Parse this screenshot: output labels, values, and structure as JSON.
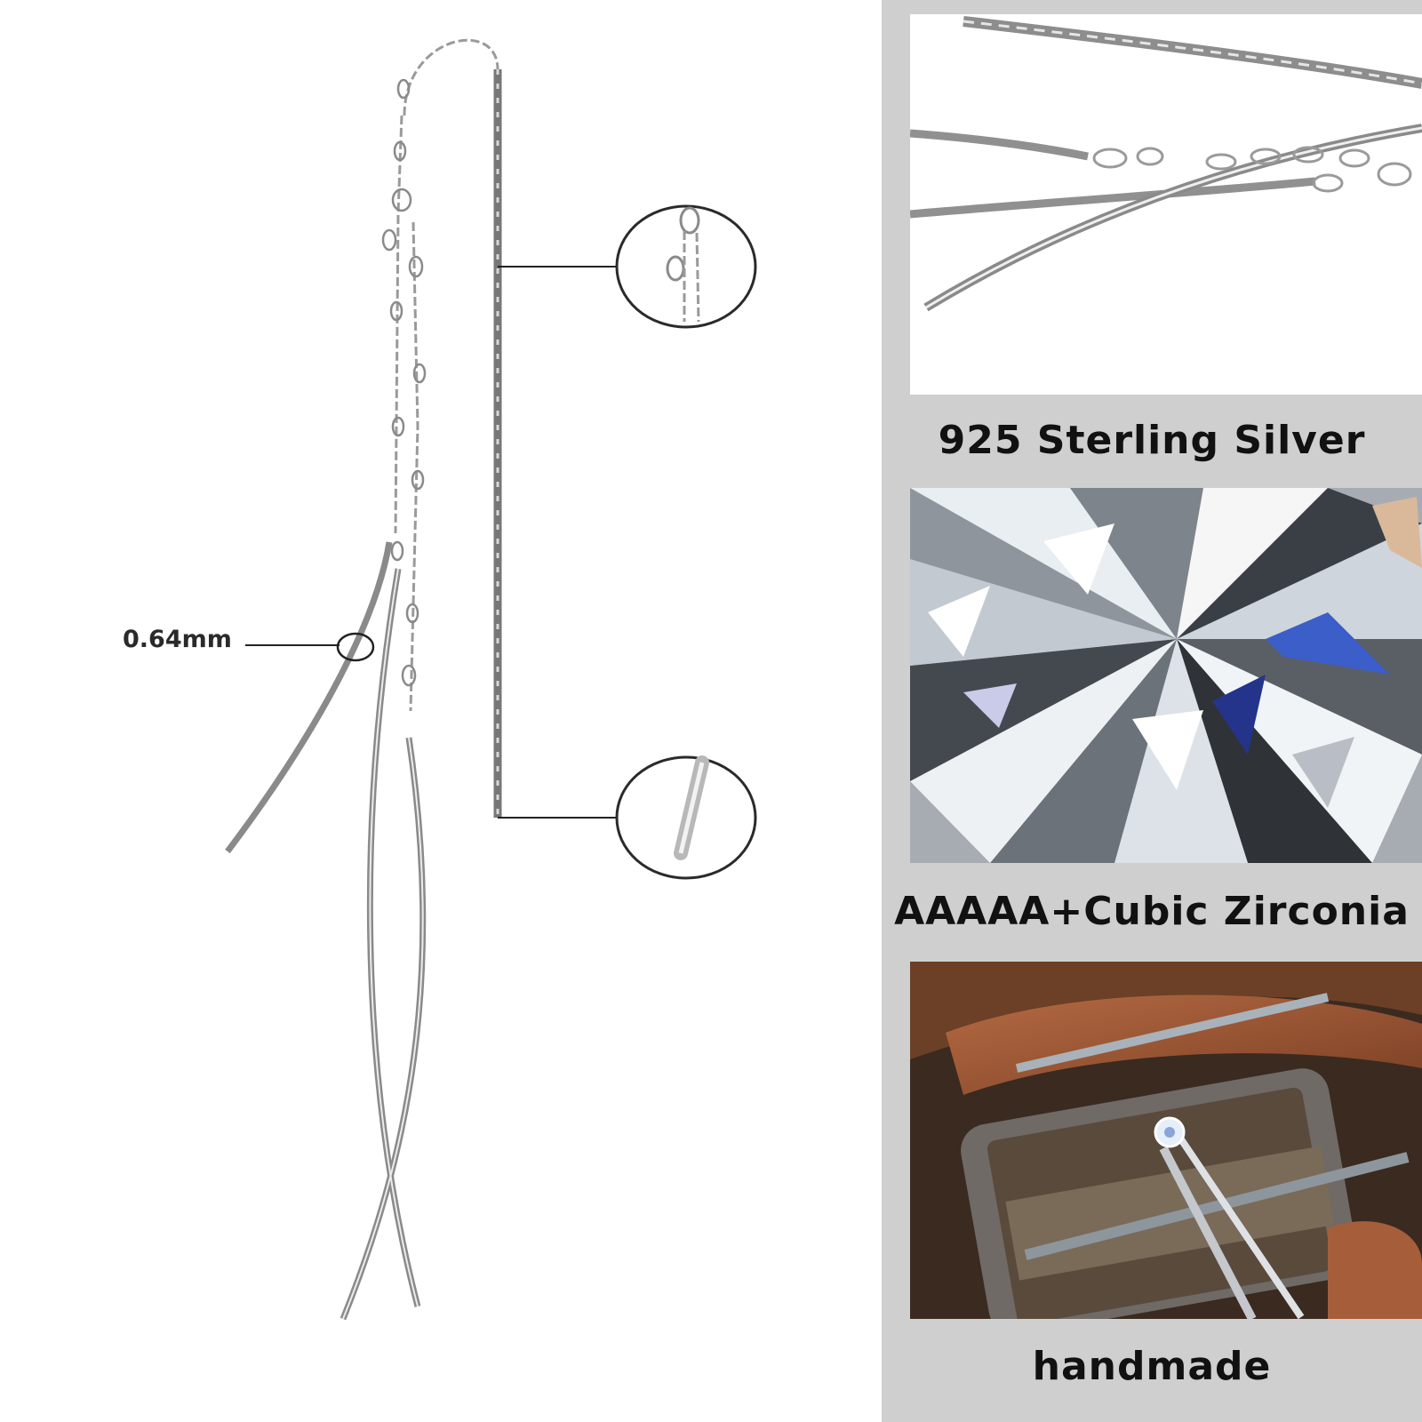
{
  "diagram": {
    "dimension_label": "0.64mm"
  },
  "features": [
    {
      "caption": "925 Sterling Silver",
      "image": "silver-chain-closeup"
    },
    {
      "caption": "AAAAA+Cubic Zirconia",
      "image": "cubic-zirconia-facets"
    },
    {
      "caption": "handmade",
      "image": "hand-setting-stone"
    }
  ],
  "colors": {
    "panel_bg": "#cfcfcf",
    "caption_text": "#111111",
    "silver": "#8c8c8c"
  }
}
